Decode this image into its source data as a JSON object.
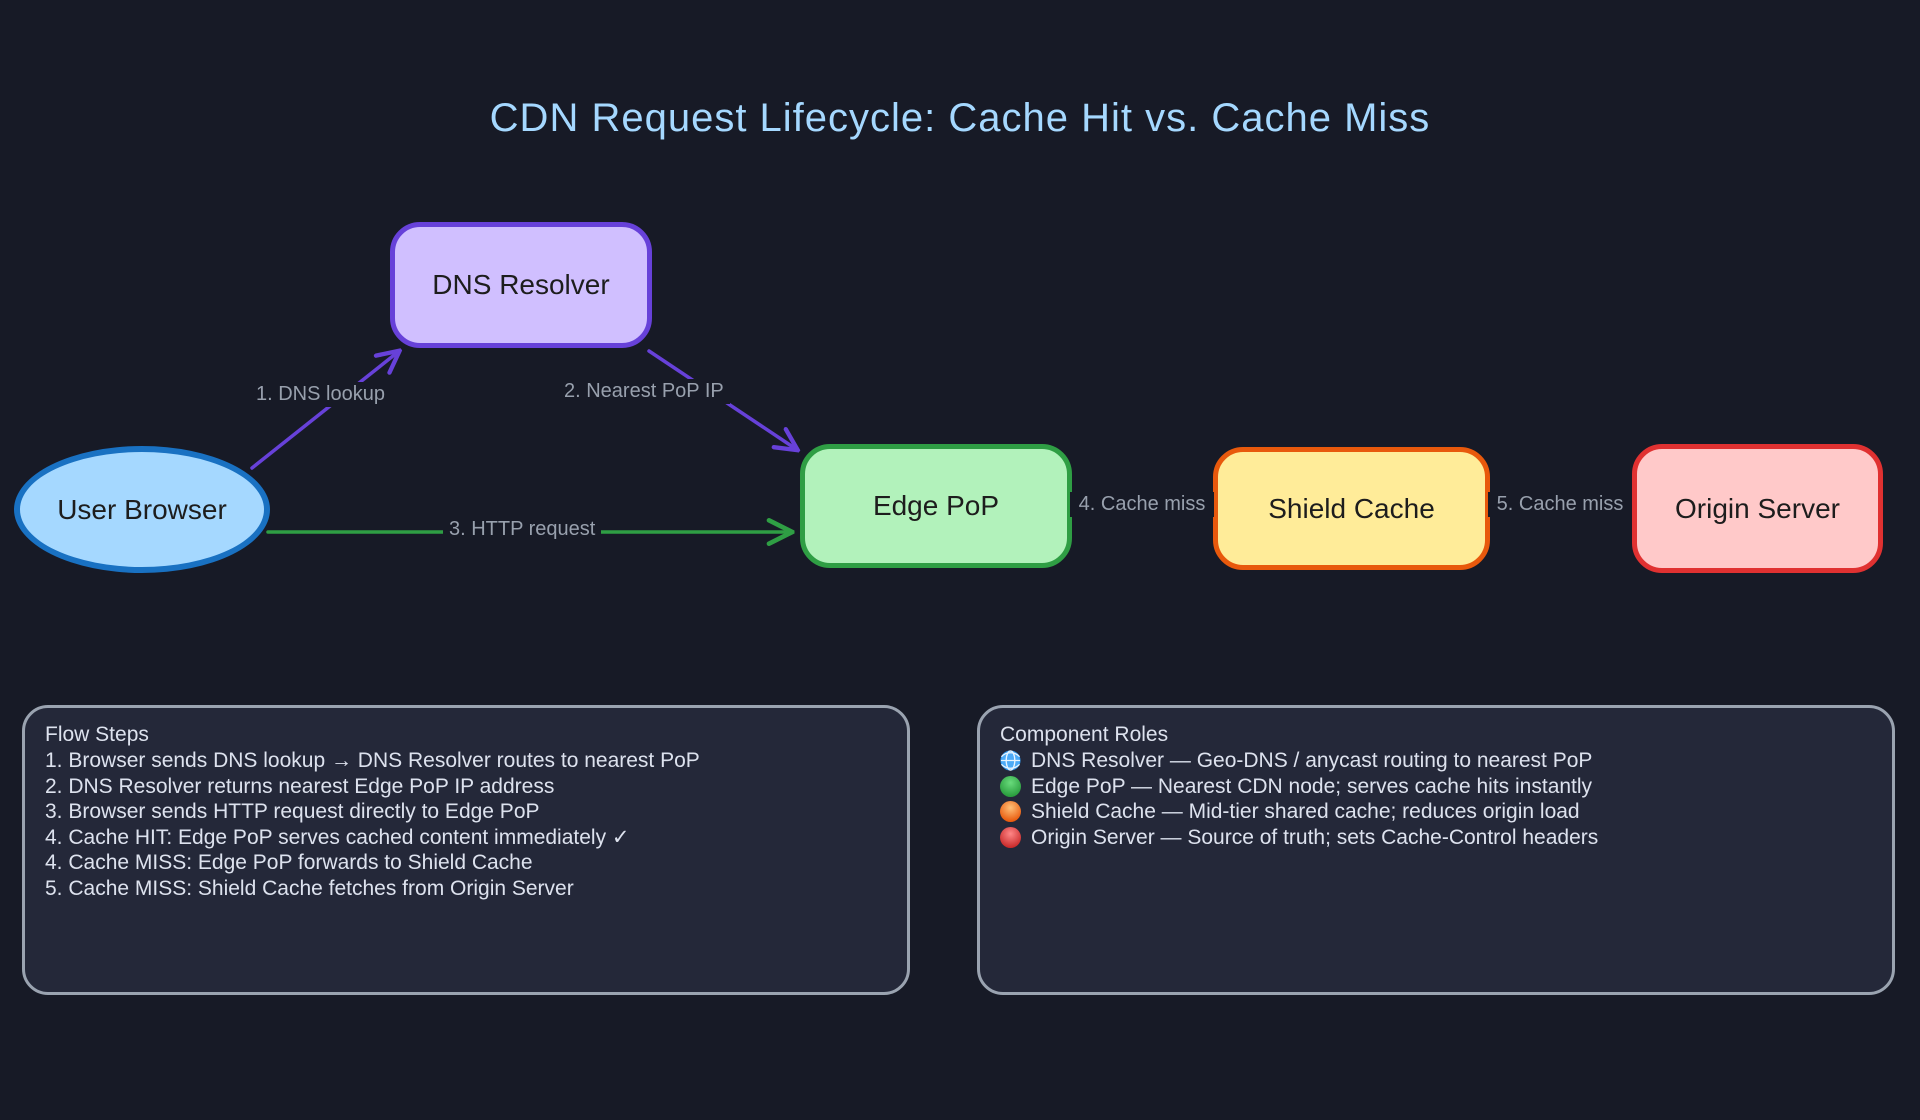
{
  "title": "CDN Request Lifecycle: Cache Hit vs. Cache Miss",
  "nodes": {
    "dns_resolver": {
      "label": "DNS Resolver",
      "fill": "#d0bfff",
      "border": "#6741d9"
    },
    "user_browser": {
      "label": "User Browser",
      "fill": "#a5d8ff",
      "border": "#1971c2"
    },
    "edge_pop": {
      "label": "Edge PoP",
      "fill": "#b2f2bb",
      "border": "#2f9e44"
    },
    "shield_cache": {
      "label": "Shield Cache",
      "fill": "#ffec99",
      "border": "#e8590c"
    },
    "origin_server": {
      "label": "Origin Server",
      "fill": "#ffc9c9",
      "border": "#e03131"
    }
  },
  "edges": {
    "dns_lookup": {
      "label": "1. DNS lookup",
      "color": "#6741d9"
    },
    "nearest_pop_ip": {
      "label": "2. Nearest PoP IP",
      "color": "#6741d9"
    },
    "http_request": {
      "label": "3. HTTP request",
      "color": "#2f9e44"
    },
    "cache_miss_4": {
      "label": "4. Cache miss",
      "color": "#e8590c"
    },
    "cache_miss_5": {
      "label": "5. Cache miss",
      "color": "#e03131"
    }
  },
  "flow_panel": {
    "title": "Flow Steps",
    "items": [
      "1. Browser sends DNS lookup → DNS Resolver routes to nearest PoP",
      "2. DNS Resolver returns nearest Edge PoP IP address",
      "3. Browser sends HTTP request directly to Edge PoP",
      "4. Cache HIT: Edge PoP serves cached content immediately ✓",
      "4. Cache MISS: Edge PoP forwards to Shield Cache",
      "5. Cache MISS: Shield Cache fetches from Origin Server"
    ]
  },
  "roles_panel": {
    "title": "Component Roles",
    "items": [
      {
        "icon": "globe-icon",
        "text": "DNS Resolver — Geo-DNS / anycast routing to nearest PoP"
      },
      {
        "icon": "green-dot-icon",
        "text": "Edge PoP — Nearest CDN node; serves cache hits instantly"
      },
      {
        "icon": "orange-dot-icon",
        "text": "Shield Cache — Mid-tier shared cache; reduces origin load"
      },
      {
        "icon": "red-dot-icon",
        "text": "Origin Server — Source of truth; sets Cache-Control headers"
      }
    ]
  },
  "colors": {
    "background": "#171a26",
    "title_text": "#a5d8ff",
    "edge_label_text": "#98a0ad",
    "panel_fill": "#242839",
    "panel_border": "#9aa3b0",
    "panel_text": "#dde2ee"
  }
}
